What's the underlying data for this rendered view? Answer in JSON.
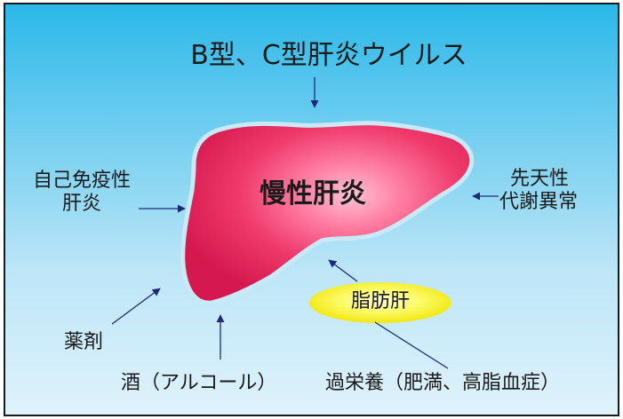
{
  "top_cause": "B型、C型肝炎ウイルス",
  "center_label": "慢性肝炎",
  "autoimmune": [
    "自己免疫性",
    "肝炎"
  ],
  "congenital": [
    "先天性",
    "代謝異常"
  ],
  "fatty_liver": "脂肪肝",
  "drugs": "薬剤",
  "alcohol": "酒（アルコール）",
  "overnutrition": "過栄養（肥満、高脂血症）",
  "colors": {
    "background_top": "#2ab8e8",
    "background_bottom": "#dff2fb",
    "liver_fill": "#e8245c",
    "liver_highlight": "#ff9ab8",
    "fatty_liver_fill": "#f8f000",
    "arrow": "#1d2a7a"
  }
}
